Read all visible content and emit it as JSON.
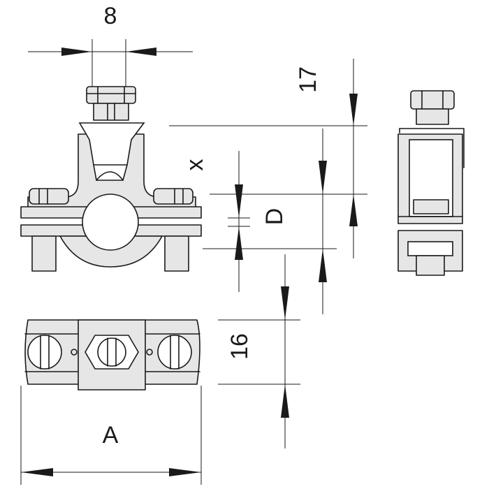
{
  "dimensions": {
    "top_width": "8",
    "top_height": "17",
    "x_label": "x",
    "diameter": "D",
    "bottom_height": "16",
    "overall_width": "A"
  }
}
